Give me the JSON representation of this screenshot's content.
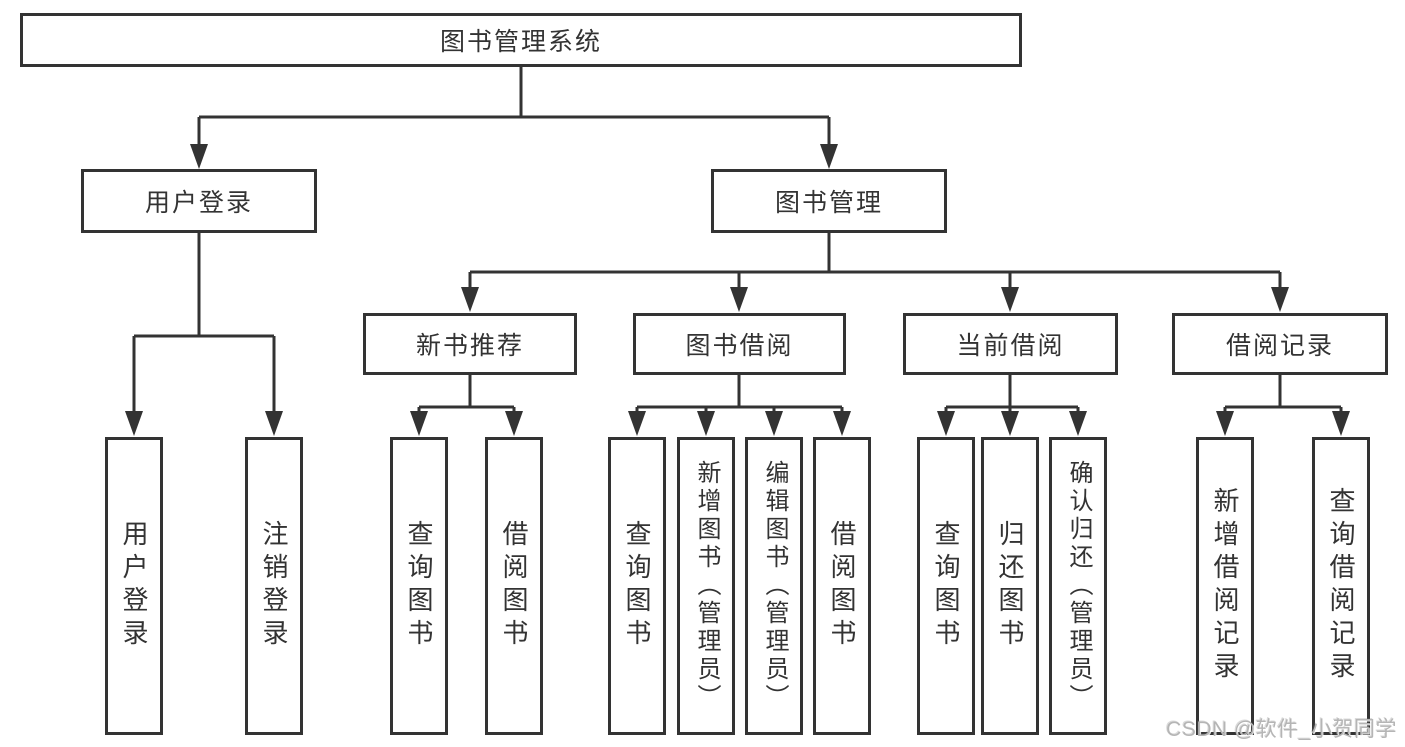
{
  "tree": {
    "root": {
      "label": "图书管理系统"
    },
    "children": [
      {
        "label": "用户登录",
        "leaves": [
          {
            "label": "用户登录"
          },
          {
            "label": "注销登录"
          }
        ]
      },
      {
        "label": "图书管理",
        "children": [
          {
            "label": "新书推荐",
            "leaves": [
              {
                "label": "查询图书"
              },
              {
                "label": "借阅图书"
              }
            ]
          },
          {
            "label": "图书借阅",
            "leaves": [
              {
                "label": "查询图书"
              },
              {
                "label": "新增图书（管理员）"
              },
              {
                "label": "编辑图书（管理员）"
              },
              {
                "label": "借阅图书"
              }
            ]
          },
          {
            "label": "当前借阅",
            "leaves": [
              {
                "label": "查询图书"
              },
              {
                "label": "归还图书"
              },
              {
                "label": "确认归还（管理员）"
              }
            ]
          },
          {
            "label": "借阅记录",
            "leaves": [
              {
                "label": "新增借阅记录"
              },
              {
                "label": "查询借阅记录"
              }
            ]
          }
        ]
      }
    ]
  },
  "watermark": {
    "text": "CSDN @软件_小贺同学"
  },
  "colors": {
    "line": "#333333",
    "text": "#333333",
    "background": "#ffffff",
    "watermark": "#b5b5b5"
  }
}
